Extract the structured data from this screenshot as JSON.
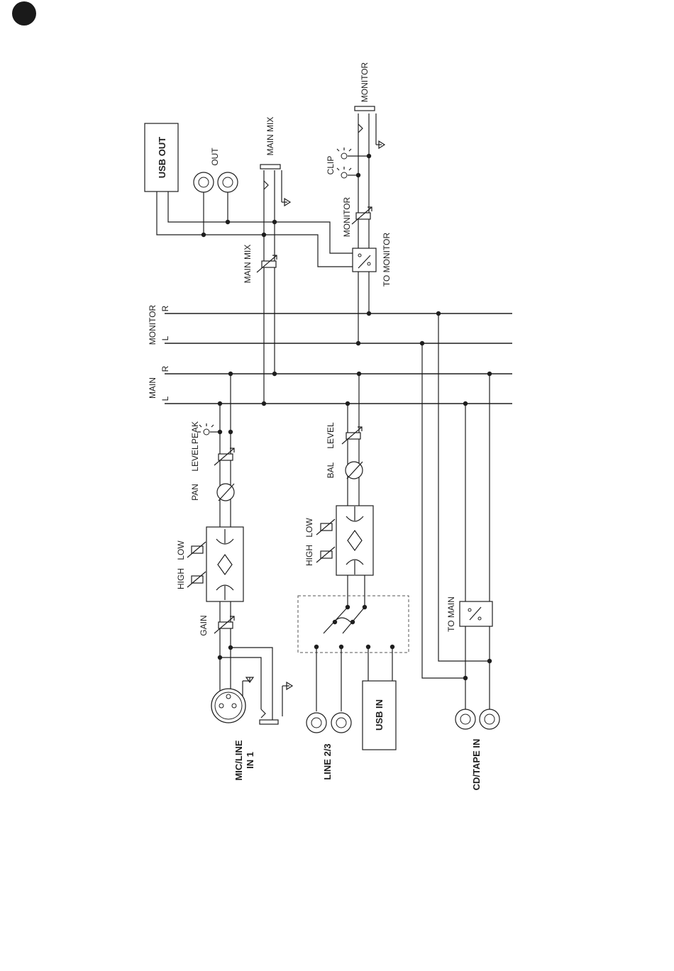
{
  "page_marker": "black-circle",
  "labels": {
    "usb_out": "USB OUT",
    "out": "OUT",
    "main_mix_top": "MAIN MIX",
    "monitor_top": "MONITOR",
    "clip": "CLIP",
    "monitor_pot": "MONITOR",
    "to_monitor": "TO MONITOR",
    "main_mix_pot": "MAIN MIX",
    "bus_monitor": "MONITOR",
    "bus_main": "MAIN",
    "r1": "R",
    "l1": "L",
    "r2": "R",
    "l2": "L",
    "peak": "PEAK",
    "level1": "LEVEL",
    "pan": "PAN",
    "low1": "LOW",
    "high1": "HIGH",
    "gain": "GAIN",
    "level2": "LEVEL",
    "bal": "BAL",
    "low2": "LOW",
    "high2": "HIGH",
    "to_main": "TO MAIN",
    "usb_in": "USB IN",
    "mic_line_1": "MIC/LINE",
    "mic_line_2": "IN 1",
    "line_23": "LINE 2/3",
    "cd_tape": "CD/TAPE IN"
  }
}
